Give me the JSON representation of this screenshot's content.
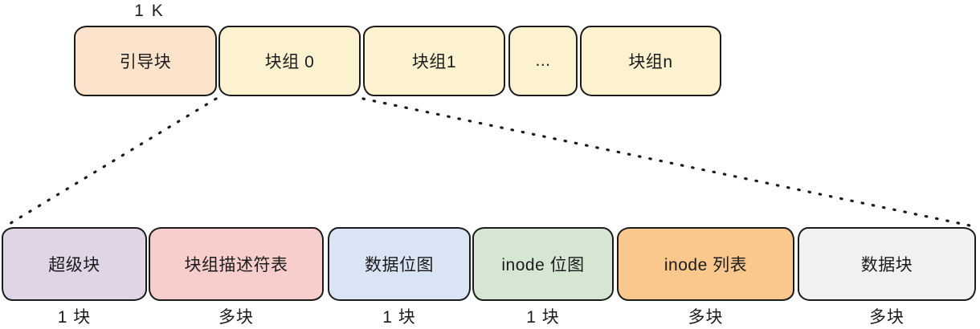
{
  "diagram": {
    "size_note": "1 K",
    "top_row": {
      "boot": {
        "label": "引导块"
      },
      "bg0": {
        "label": "块组 0"
      },
      "bg1": {
        "label": "块组1"
      },
      "ellipsis": {
        "label": "..."
      },
      "bgn": {
        "label": "块组n"
      }
    },
    "bottom_row": {
      "super": {
        "label": "超级块",
        "count": "1 块"
      },
      "desc": {
        "label": "块组描述符表",
        "count": "多块"
      },
      "dbitmap": {
        "label": "数据位图",
        "count": "1 块"
      },
      "ibitmap": {
        "label": "inode 位图",
        "count": "1 块"
      },
      "ilist": {
        "label": "inode 列表",
        "count": "多块"
      },
      "datablk": {
        "label": "数据块",
        "count": "多块"
      }
    },
    "colors": {
      "boot_block": "#FBE3CC",
      "block_group": "#FCF2CF",
      "super_block": "#E0D5E7",
      "group_desc_table": "#F7CECC",
      "data_bitmap": "#D9E5F5",
      "inode_bitmap": "#D5E7D3",
      "inode_list": "#FAC78C",
      "data_block": "#F1F1F1",
      "stroke": "#1B1B1B"
    }
  }
}
